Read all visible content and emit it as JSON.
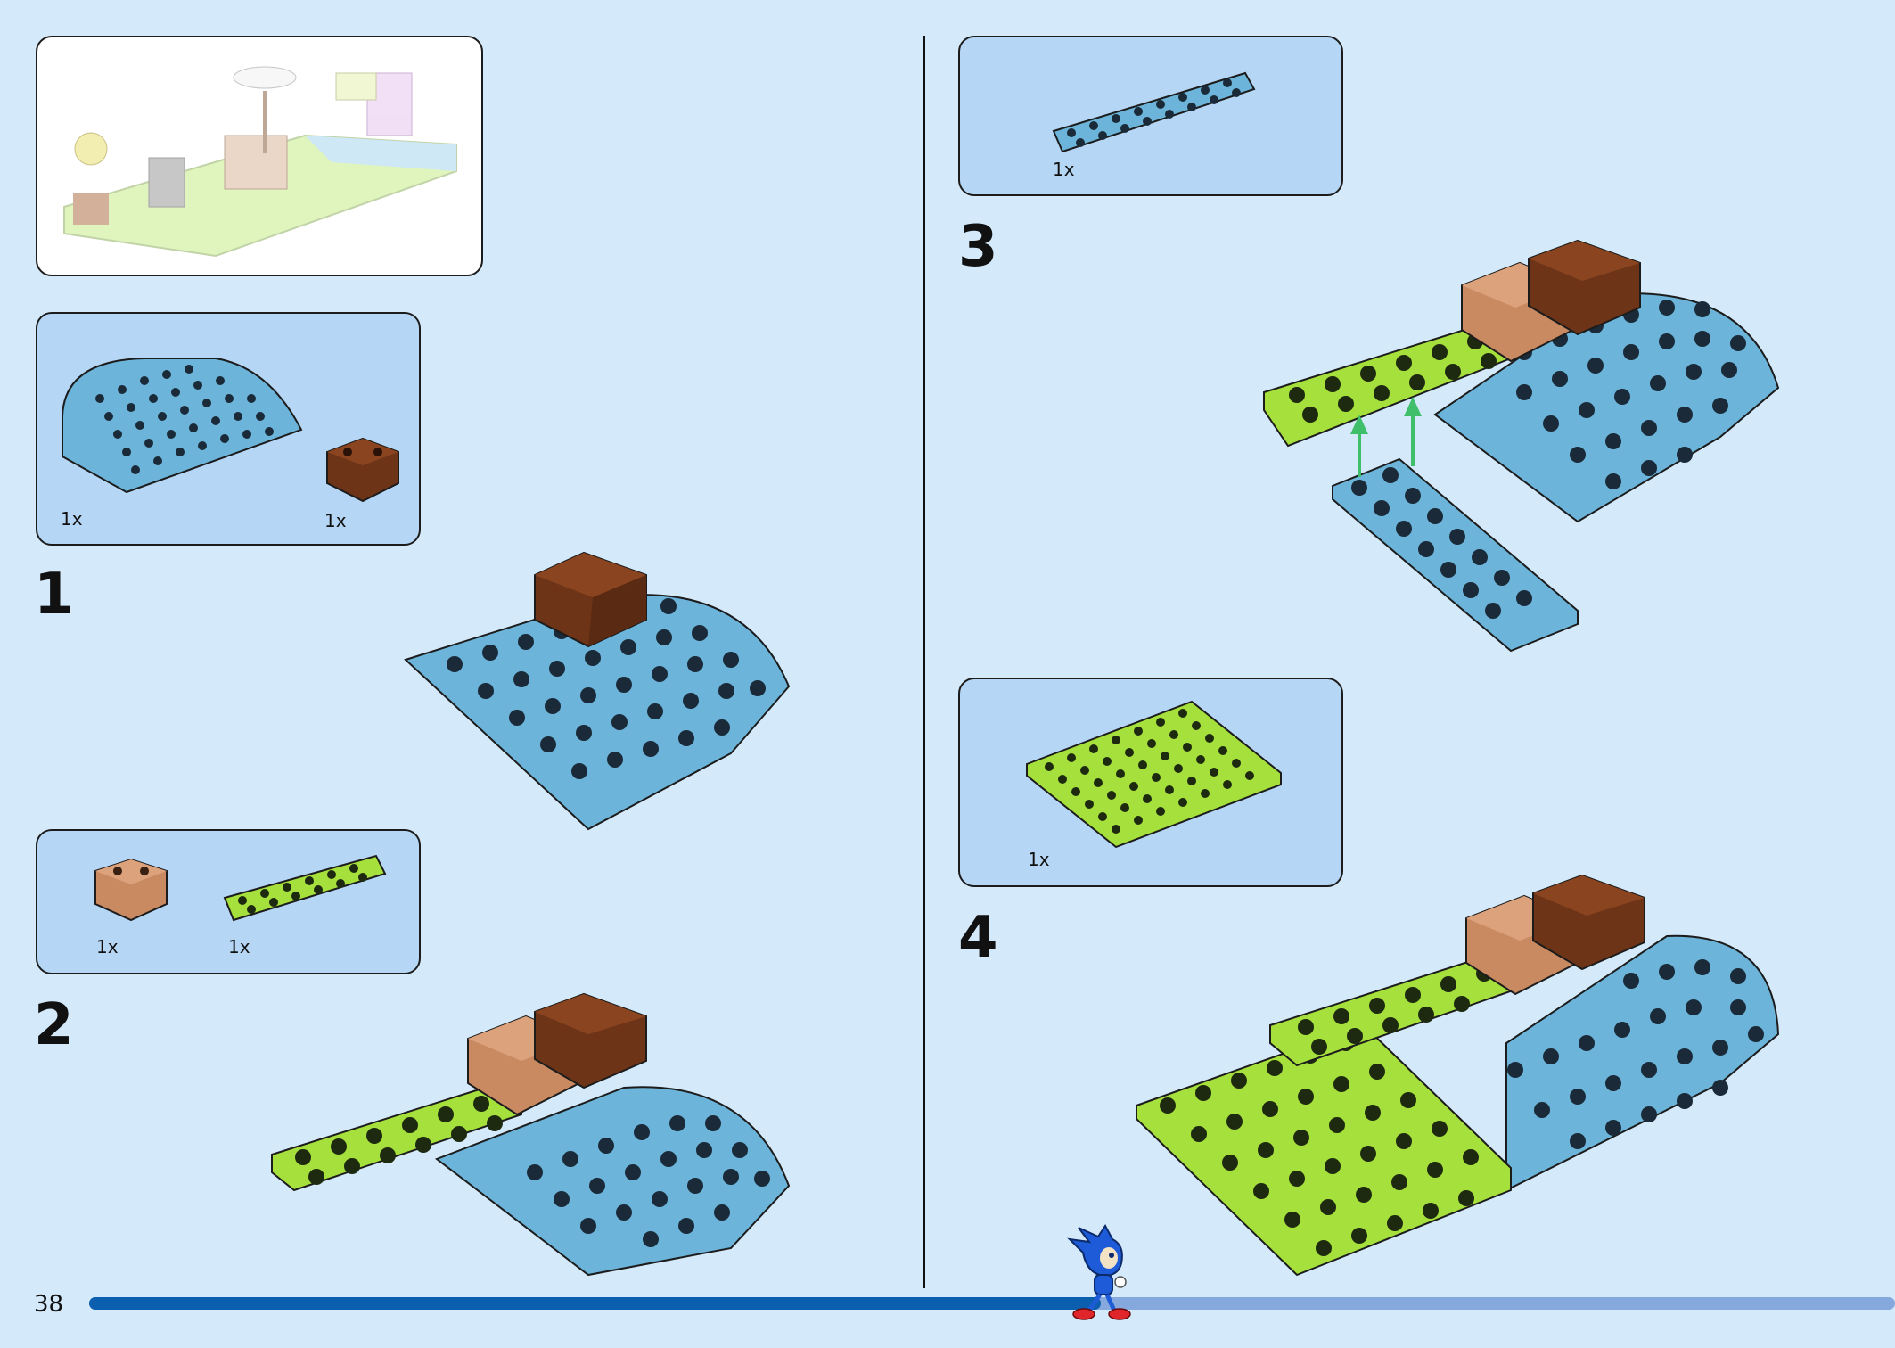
{
  "page": {
    "number": "38"
  },
  "colors": {
    "background": "#d4eafa",
    "panel": "#b5d7f5",
    "plate_blue": "#6cb4d9",
    "plate_lime": "#a6e03c",
    "brick_dark_brown": "#6e3418",
    "brick_tan": "#c98a62",
    "arrow_green": "#3fbf6a",
    "progress_done": "#0b5fae",
    "progress_remaining": "#86a9dd"
  },
  "progress": {
    "fraction": 0.56
  },
  "overview": {
    "image": "completed-model-preview"
  },
  "steps": [
    {
      "number": "1",
      "parts": [
        {
          "qty": "1x",
          "part": "blue-round-plate"
        },
        {
          "qty": "1x",
          "part": "dark-brown-brick-2x2"
        }
      ]
    },
    {
      "number": "2",
      "parts": [
        {
          "qty": "1x",
          "part": "tan-brick-2x2"
        },
        {
          "qty": "1x",
          "part": "lime-plate-2x6"
        }
      ]
    },
    {
      "number": "3",
      "parts": [
        {
          "qty": "1x",
          "part": "blue-plate-2x8"
        }
      ]
    },
    {
      "number": "4",
      "parts": [
        {
          "qty": "1x",
          "part": "lime-plate-6x8"
        }
      ]
    }
  ],
  "mascot": {
    "icon": "sonic-running-icon"
  }
}
